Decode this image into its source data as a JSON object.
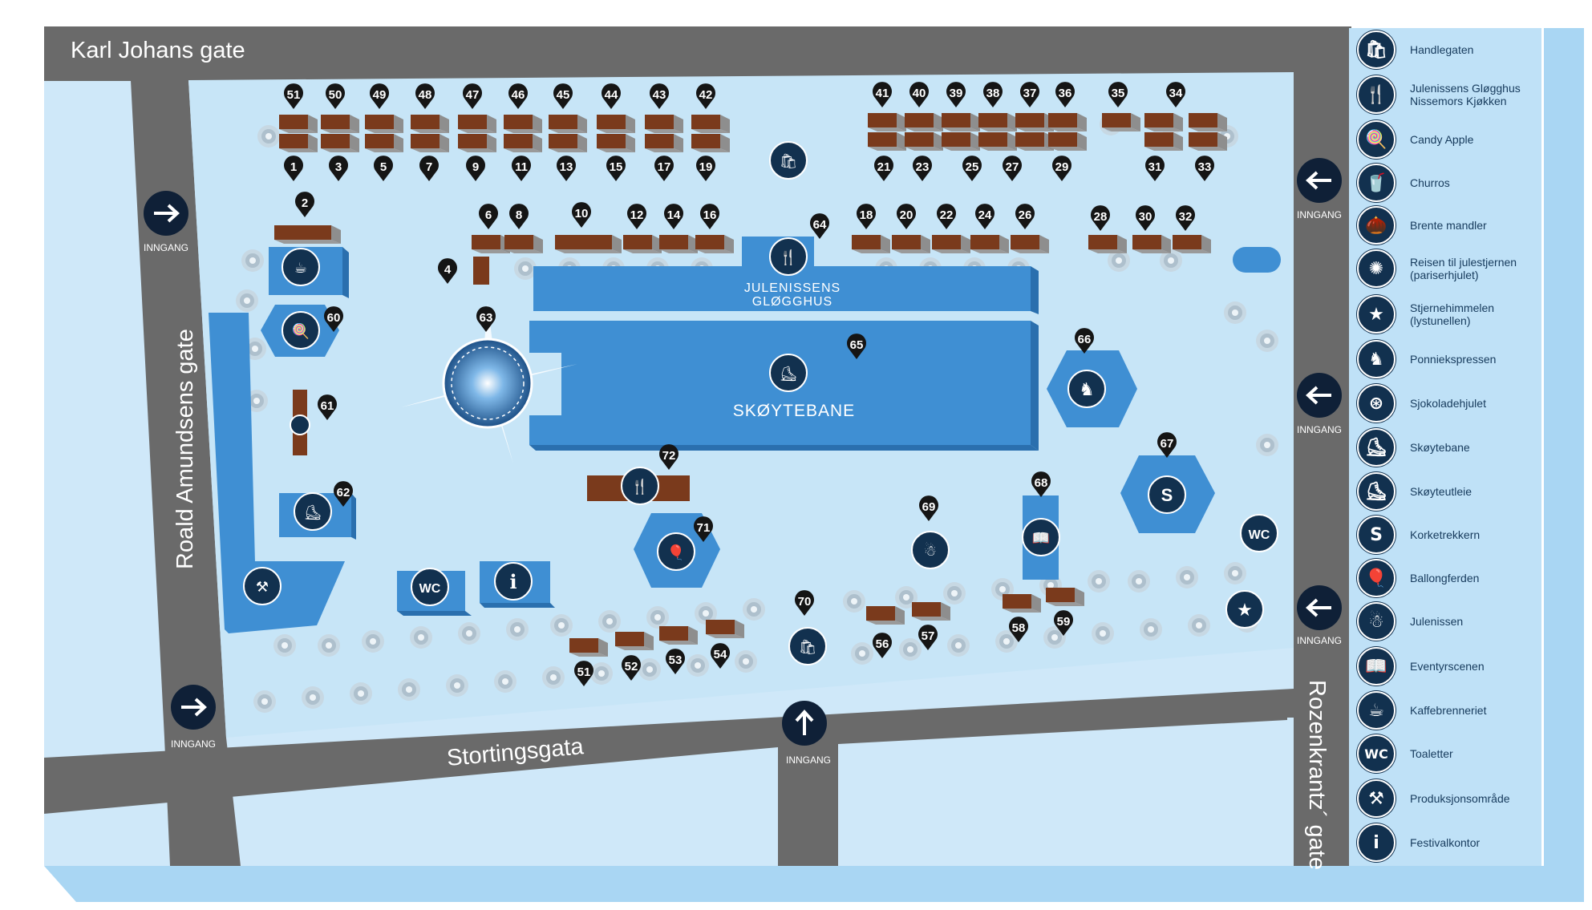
{
  "streets": {
    "karl_johan": "Karl Johans gate",
    "roald": "Roald Amundsens gate",
    "stortings": "Stortingsgata",
    "rozenkrantz": "Rozenkrantz´ gate"
  },
  "entrance_label": "INNGANG",
  "venue_labels": {
    "glogghus_line1": "JULENISSENS",
    "glogghus_line2": "GLØGGHUS",
    "skoytebane": "SKØYTEBANE"
  },
  "pins": [
    "51",
    "50",
    "49",
    "48",
    "47",
    "46",
    "45",
    "44",
    "43",
    "42",
    "1",
    "3",
    "5",
    "7",
    "9",
    "11",
    "13",
    "15",
    "17",
    "19",
    "41",
    "40",
    "39",
    "38",
    "37",
    "36",
    "35",
    "34",
    "21",
    "23",
    "25",
    "27",
    "29",
    "31",
    "33",
    "2",
    "6",
    "8",
    "10",
    "12",
    "14",
    "16",
    "64",
    "18",
    "20",
    "22",
    "24",
    "26",
    "28",
    "30",
    "32",
    "4",
    "63",
    "60",
    "65",
    "66",
    "61",
    "72",
    "67",
    "62",
    "68",
    "69",
    "71",
    "70",
    "56",
    "57",
    "58",
    "59",
    "51",
    "52",
    "53",
    "54"
  ],
  "legend": [
    {
      "icon": "bag-icon",
      "glyph": "🛍",
      "label": "Handlegaten"
    },
    {
      "icon": "cutlery-drink-icon",
      "glyph": "🍴",
      "label": "Julenissens Gløgghus\nNissemors Kjøkken"
    },
    {
      "icon": "candy-apple-icon",
      "glyph": "🍭",
      "label": "Candy Apple"
    },
    {
      "icon": "churros-icon",
      "glyph": "🥤",
      "label": "Churros"
    },
    {
      "icon": "almond-icon",
      "glyph": "🌰",
      "label": "Brente mandler"
    },
    {
      "icon": "ferris-wheel-icon",
      "glyph": "✺",
      "label": "Reisen til julestjernen\n(pariserhjulet)"
    },
    {
      "icon": "star-icon",
      "glyph": "★",
      "label": "Stjernehimmelen\n(lystunellen)"
    },
    {
      "icon": "horse-icon",
      "glyph": "♞",
      "label": "Ponniekspressen"
    },
    {
      "icon": "wheel-icon",
      "glyph": "⊛",
      "label": "Sjokoladehjulet"
    },
    {
      "icon": "skaters-icon",
      "glyph": "⛸",
      "label": "Skøytebane"
    },
    {
      "icon": "skate-icon",
      "glyph": "⛸",
      "label": "Skøyteutleie"
    },
    {
      "icon": "corkscrew-icon",
      "glyph": "S",
      "label": "Korketrekkern"
    },
    {
      "icon": "balloon-icon",
      "glyph": "🎈",
      "label": "Ballongferden"
    },
    {
      "icon": "santa-icon",
      "glyph": "☃",
      "label": "Julenissen"
    },
    {
      "icon": "book-icon",
      "glyph": "📖",
      "label": "Eventyrscenen"
    },
    {
      "icon": "coffee-icon",
      "glyph": "☕",
      "label": "Kaffebrenneriet"
    },
    {
      "icon": "wc-icon",
      "glyph": "WC",
      "label": "Toaletter"
    },
    {
      "icon": "tools-icon",
      "glyph": "⚒",
      "label": "Produksjonsområde"
    },
    {
      "icon": "info-icon",
      "glyph": "i",
      "label": "Festivalkontor"
    }
  ],
  "colors": {
    "road": "#6a6a6a",
    "plaza": "#c9e6f8",
    "building": "#3f8fd3",
    "building_dark": "#2a6fae",
    "stall": "#7a3a1c",
    "pin": "#151515",
    "icon_dark": "#12314f",
    "legend_bg": "#bfe1f7"
  }
}
